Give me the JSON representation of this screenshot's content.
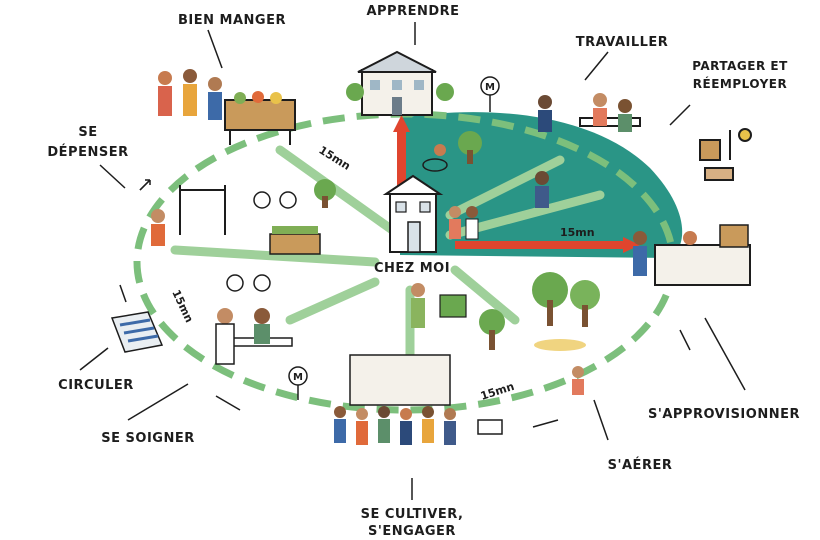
{
  "center": {
    "label": "CHEZ MOI"
  },
  "activities": {
    "bien_manger": "BIEN MANGER",
    "apprendre": "APPRENDRE",
    "travailler": "TRAVAILLER",
    "partager_line1": "PARTAGER ET",
    "partager_line2": "RÉEMPLOYER",
    "se_depenser_line1": "SE",
    "se_depenser_line2": "DÉPENSER",
    "circuler": "CIRCULER",
    "se_soigner": "SE SOIGNER",
    "se_cultiver_line1": "SE CULTIVER,",
    "se_cultiver_line2": "S'ENGAGER",
    "s_aerer": "S'AÉRER",
    "s_approvisionner": "S'APPROVISIONNER"
  },
  "distances": {
    "top_left": "15mn",
    "right": "15mn",
    "left": "15mn",
    "bottom": "15mn"
  },
  "metro_symbol": "M",
  "colors": {
    "teal": "#1f8f80",
    "ring_green": "#7cbf7c",
    "arrow_red": "#e0452e",
    "ink": "#1d1d1d"
  }
}
